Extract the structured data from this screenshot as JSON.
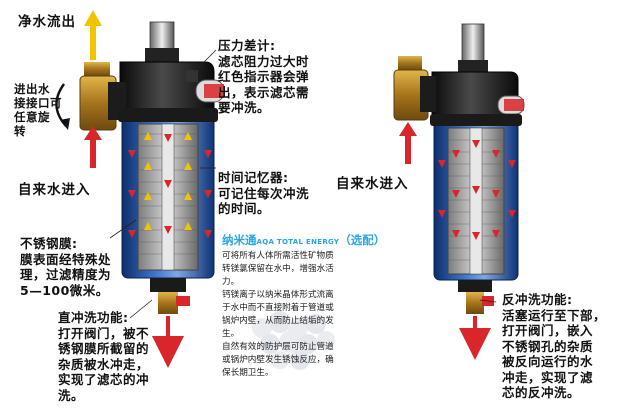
{
  "labels": {
    "clean_water_out": "净水流出",
    "inlet_outlet_rotate": [
      "进出水",
      "接接口可",
      "任意旋",
      "转"
    ],
    "tap_water_in_left": "自来水进入",
    "tap_water_in_right": "自来水进入",
    "pressure_gauge": [
      "压力差计:",
      "滤芯阻力过大时",
      "红色指示器会弹",
      "出，表示滤芯需",
      "要冲洗。"
    ],
    "time_memory": [
      "时间记忆器:",
      "可记住每次冲洗",
      "的时间。"
    ],
    "stainless_membrane": [
      "不锈钢膜:",
      "膜表面经特殊处",
      "理，过滤精度为",
      "5—100微米。"
    ],
    "forward_flush": [
      "直冲洗功能:",
      "打开阀门，被不",
      "锈钢膜所截留的",
      "杂质被水冲走，",
      "实现了滤芯的冲",
      "洗。"
    ],
    "back_flush": [
      "反冲洗功能:",
      "活塞运行至下部，",
      "打开阀门，嵌入",
      "不锈钢孔的杂质",
      "被反向运行的水",
      "冲走，实现了滤",
      "芯的反冲洗。"
    ]
  },
  "nano": {
    "title": "纳米通",
    "title_en": "AQA TOTAL ENERGY",
    "title_tag": "（选配）",
    "lines": [
      "可将所有人体所需活性矿物质",
      "转镁氯保留在水中，增强水活",
      "力。",
      "钙镁离子以纳米晶体形式流离",
      "于水中而不直接附着于管道或",
      "锅炉内壁，从而防止结垢的发",
      "生。",
      "自然有效的防护层可防止管道",
      "或锅炉内壁发生锈蚀反应，确",
      "保长期卫生。"
    ]
  },
  "colors": {
    "clean_arrow": "#f2c400",
    "red_arrow": "#d8262a",
    "brass": "#b8892c",
    "housing": "#2a5fb0",
    "nano_blue": "#2aa6e0"
  }
}
